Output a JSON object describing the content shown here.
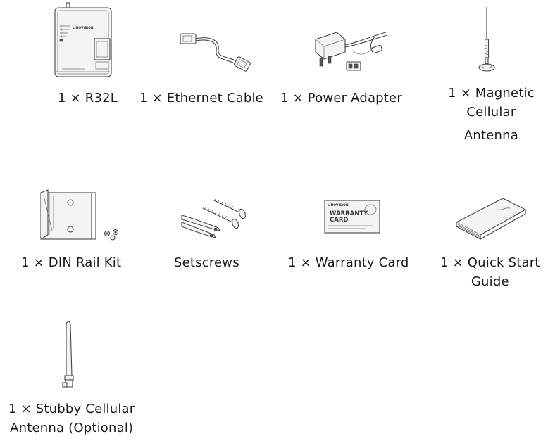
{
  "items": [
    {
      "caption": "1 × R32L",
      "icon": "router-icon",
      "device_brand": "LINOVISION"
    },
    {
      "caption": "1 × Ethernet Cable",
      "icon": "ethernet-cable-icon"
    },
    {
      "caption": "1 × Power Adapter",
      "icon": "power-adapter-icon"
    },
    {
      "caption_lines": [
        "1 × Magnetic",
        "Cellular",
        "Antenna"
      ],
      "icon": "magnetic-antenna-icon"
    },
    {
      "caption": "1 × DIN Rail Kit",
      "icon": "din-rail-kit-icon"
    },
    {
      "caption": "Setscrews",
      "icon": "setscrews-icon"
    },
    {
      "caption": "1 × Warranty Card",
      "icon": "warranty-card-icon",
      "card_brand": "LINOVISION",
      "card_title_lines": [
        "WARRANTY",
        "CARD"
      ]
    },
    {
      "caption_lines": [
        "1 × Quick Start",
        "Guide"
      ],
      "icon": "quick-start-guide-icon"
    },
    {
      "caption_lines": [
        "1 × Stubby Cellular",
        "Antenna (Optional)"
      ],
      "icon": "stubby-antenna-icon"
    }
  ]
}
